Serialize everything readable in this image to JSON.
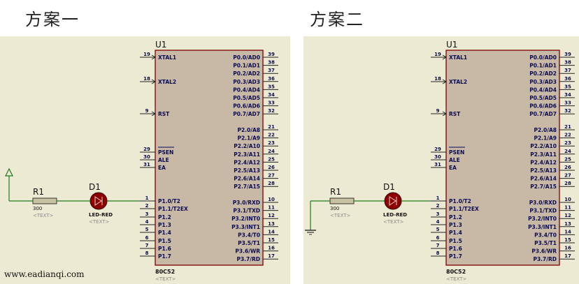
{
  "scheme1": {
    "title": "方案一",
    "chip": {
      "ref": "U1",
      "part": "80C52",
      "text_tag": "<TEXT>",
      "left_pins": [
        {
          "num": "19",
          "name": "XTAL1"
        },
        {
          "num": "18",
          "name": "XTAL2"
        },
        {
          "num": "9",
          "name": "RST"
        },
        {
          "num": "29",
          "name": "PSEN"
        },
        {
          "num": "30",
          "name": "ALE"
        },
        {
          "num": "31",
          "name": "EA"
        },
        {
          "num": "1",
          "name": "P1.0/T2"
        },
        {
          "num": "2",
          "name": "P1.1/T2EX"
        },
        {
          "num": "3",
          "name": "P1.2"
        },
        {
          "num": "4",
          "name": "P1.3"
        },
        {
          "num": "5",
          "name": "P1.4"
        },
        {
          "num": "6",
          "name": "P1.5"
        },
        {
          "num": "7",
          "name": "P1.6"
        },
        {
          "num": "8",
          "name": "P1.7"
        }
      ],
      "right_pins": [
        {
          "num": "39",
          "name": "P0.0/AD0"
        },
        {
          "num": "38",
          "name": "P0.1/AD1"
        },
        {
          "num": "37",
          "name": "P0.2/AD2"
        },
        {
          "num": "36",
          "name": "P0.3/AD3"
        },
        {
          "num": "35",
          "name": "P0.4/AD4"
        },
        {
          "num": "34",
          "name": "P0.5/AD5"
        },
        {
          "num": "33",
          "name": "P0.6/AD6"
        },
        {
          "num": "32",
          "name": "P0.7/AD7"
        },
        {
          "num": "21",
          "name": "P2.0/A8"
        },
        {
          "num": "22",
          "name": "P2.1/A9"
        },
        {
          "num": "23",
          "name": "P2.2/A10"
        },
        {
          "num": "24",
          "name": "P2.3/A11"
        },
        {
          "num": "25",
          "name": "P2.4/A12"
        },
        {
          "num": "26",
          "name": "P2.5/A13"
        },
        {
          "num": "27",
          "name": "P2.6/A14"
        },
        {
          "num": "28",
          "name": "P2.7/A15"
        },
        {
          "num": "10",
          "name": "P3.0/RXD"
        },
        {
          "num": "11",
          "name": "P3.1/TXD"
        },
        {
          "num": "12",
          "name": "P3.2/INT0"
        },
        {
          "num": "13",
          "name": "P3.3/INT1"
        },
        {
          "num": "14",
          "name": "P3.4/T0"
        },
        {
          "num": "15",
          "name": "P3.5/T1"
        },
        {
          "num": "16",
          "name": "P3.6/WR"
        },
        {
          "num": "17",
          "name": "P3.7/RD"
        }
      ]
    },
    "resistor": {
      "ref": "R1",
      "value": "300",
      "text_tag": "<TEXT>"
    },
    "led": {
      "ref": "D1",
      "part": "LED-RED",
      "text_tag": "<TEXT>"
    },
    "power_symbol": "power"
  },
  "scheme2": {
    "title": "方案二",
    "chip": {
      "ref": "U1",
      "part": "80C52",
      "text_tag": "<TEXT>",
      "left_pins": [
        {
          "num": "19",
          "name": "XTAL1"
        },
        {
          "num": "18",
          "name": "XTAL2"
        },
        {
          "num": "9",
          "name": "RST"
        },
        {
          "num": "29",
          "name": "PSEN"
        },
        {
          "num": "30",
          "name": "ALE"
        },
        {
          "num": "31",
          "name": "EA"
        },
        {
          "num": "1",
          "name": "P1.0/T2"
        },
        {
          "num": "2",
          "name": "P1.1/T2EX"
        },
        {
          "num": "3",
          "name": "P1.2"
        },
        {
          "num": "4",
          "name": "P1.3"
        },
        {
          "num": "5",
          "name": "P1.4"
        },
        {
          "num": "6",
          "name": "P1.5"
        },
        {
          "num": "7",
          "name": "P1.6"
        },
        {
          "num": "8",
          "name": "P1.7"
        }
      ],
      "right_pins": [
        {
          "num": "39",
          "name": "P0.0/AD0"
        },
        {
          "num": "38",
          "name": "P0.1/AD1"
        },
        {
          "num": "37",
          "name": "P0.2/AD2"
        },
        {
          "num": "36",
          "name": "P0.3/AD3"
        },
        {
          "num": "35",
          "name": "P0.4/AD4"
        },
        {
          "num": "34",
          "name": "P0.5/AD5"
        },
        {
          "num": "33",
          "name": "P0.6/AD6"
        },
        {
          "num": "32",
          "name": "P0.7/AD7"
        },
        {
          "num": "21",
          "name": "P2.0/A8"
        },
        {
          "num": "22",
          "name": "P2.1/A9"
        },
        {
          "num": "23",
          "name": "P2.2/A10"
        },
        {
          "num": "24",
          "name": "P2.3/A11"
        },
        {
          "num": "25",
          "name": "P2.4/A12"
        },
        {
          "num": "26",
          "name": "P2.5/A13"
        },
        {
          "num": "27",
          "name": "P2.6/A14"
        },
        {
          "num": "28",
          "name": "P2.7/A15"
        },
        {
          "num": "10",
          "name": "P3.0/RXD"
        },
        {
          "num": "11",
          "name": "P3.1/TXD"
        },
        {
          "num": "12",
          "name": "P3.2/INT0"
        },
        {
          "num": "13",
          "name": "P3.3/INT1"
        },
        {
          "num": "14",
          "name": "P3.4/T0"
        },
        {
          "num": "15",
          "name": "P3.5/T1"
        },
        {
          "num": "16",
          "name": "P3.6/WR"
        },
        {
          "num": "17",
          "name": "P3.7/RD"
        }
      ]
    },
    "resistor": {
      "ref": "R1",
      "value": "300",
      "text_tag": "<TEXT>"
    },
    "led": {
      "ref": "D1",
      "part": "LED-RED",
      "text_tag": "<TEXT>"
    },
    "power_symbol": "ground"
  },
  "watermark": "www.eadianqi.com",
  "colors": {
    "panel_bg": "#ecead2",
    "chip_fill": "#c8b8a6",
    "chip_border": "#7a0000",
    "wire": "#1f7a1f",
    "pin_text": "#0a0a50",
    "text_tag": "#8a8a8a",
    "led_body": "#8c0000"
  }
}
